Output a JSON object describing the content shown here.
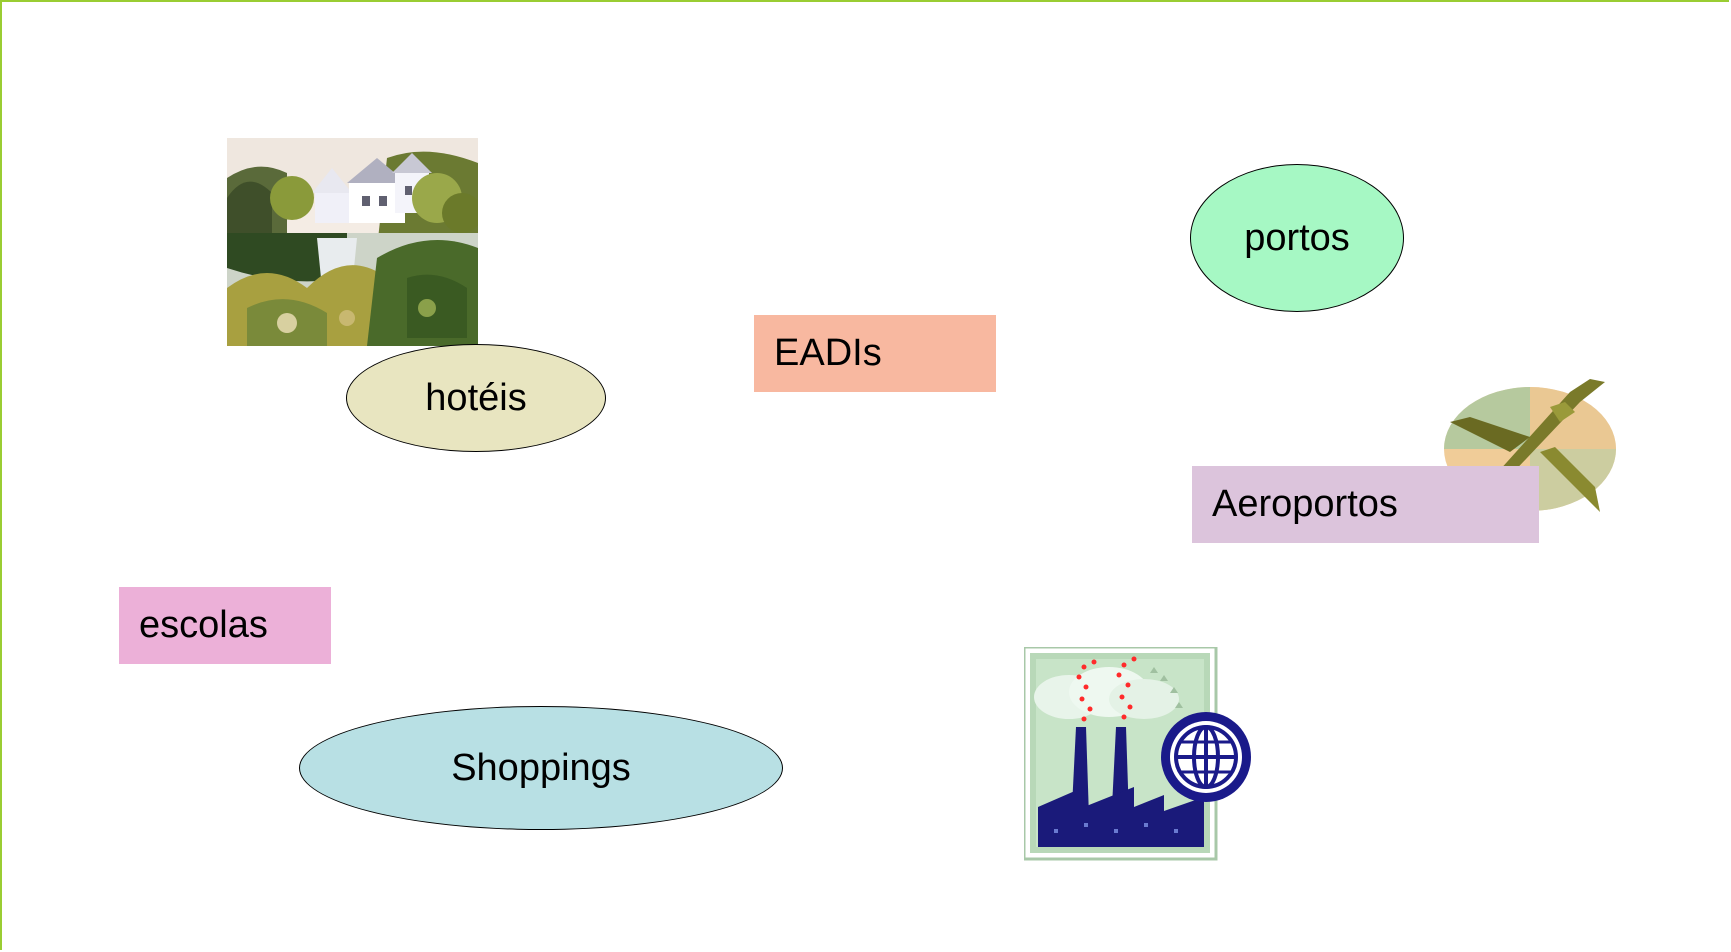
{
  "labels": {
    "hoteis": "hotéis",
    "eadis": "EADIs",
    "portos": "portos",
    "aeroportos": "Aeroportos",
    "escolas": "escolas",
    "shoppings": "Shoppings"
  },
  "colors": {
    "frame": "#9acd32",
    "hoteis_fill": "#e8e5c0",
    "eadis_fill": "#f8b8a0",
    "portos_fill": "#a6f8c4",
    "aeroportos_fill": "#dcc4dc",
    "escolas_fill": "#ecb0d8",
    "shoppings_fill": "#b8e0e4"
  },
  "icons": [
    "house-landscape-clipart",
    "airplane-clipart",
    "factory-globe-clipart"
  ]
}
